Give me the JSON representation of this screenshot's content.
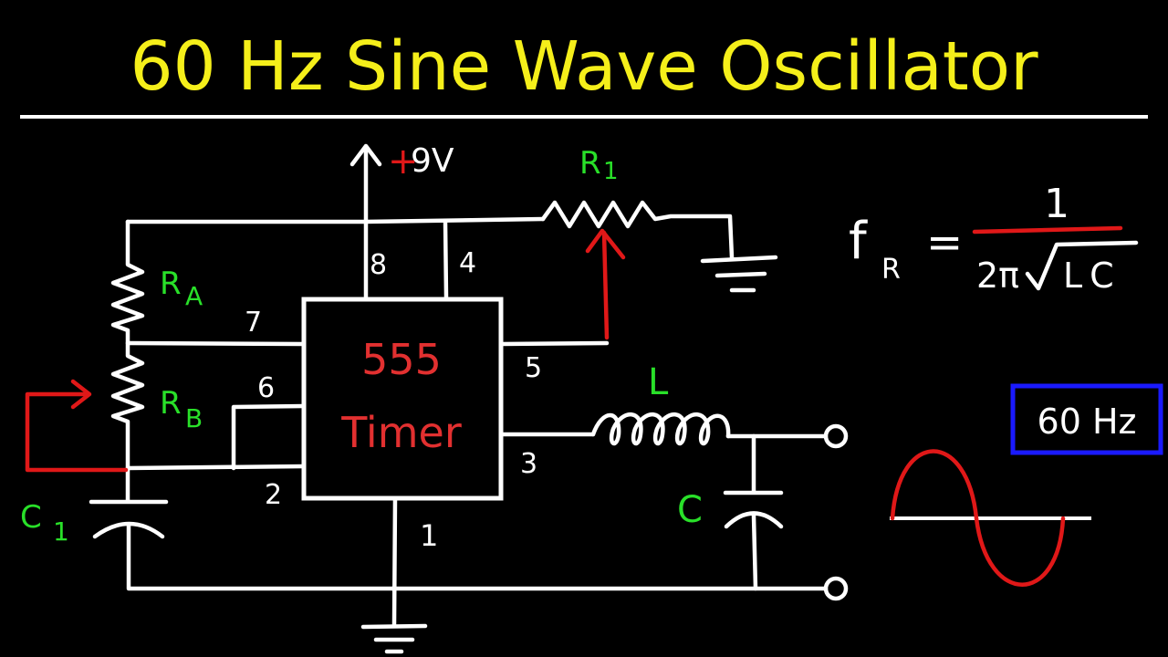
{
  "title": "60 Hz Sine Wave Oscillator",
  "colors": {
    "title": "#f5ef1a",
    "wire": "#ffffff",
    "component_label": "#29e029",
    "accent": "#e01818",
    "box": "#1a1aff"
  },
  "supply": {
    "sign": "+",
    "value": "9V"
  },
  "timer": {
    "line1": "555",
    "line2": "Timer"
  },
  "pins": {
    "p1": "1",
    "p2": "2",
    "p3": "3",
    "p4": "4",
    "p5": "5",
    "p6": "6",
    "p7": "7",
    "p8": "8"
  },
  "components": {
    "ra": {
      "main": "R",
      "sub": "A"
    },
    "rb": {
      "main": "R",
      "sub": "B"
    },
    "r1": {
      "main": "R",
      "sub": "1"
    },
    "c1": {
      "main": "C",
      "sub": "1"
    },
    "l": "L",
    "c": "C"
  },
  "formula": {
    "lhs_main": "f",
    "lhs_sub": "R",
    "equals": "=",
    "numerator": "1",
    "denominator_prefix": "2π",
    "denominator_radicand": "LC"
  },
  "frequency_box": "60 Hz"
}
